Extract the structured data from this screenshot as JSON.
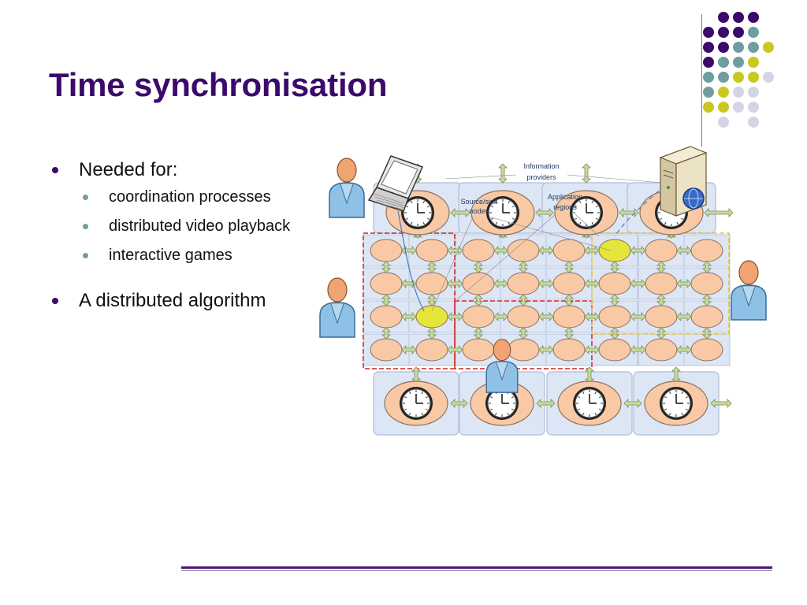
{
  "slide": {
    "title": "Time synchronisation"
  },
  "bullets": [
    {
      "text": "Needed for:",
      "sub": [
        "coordination processes",
        "distributed video playback",
        "interactive games"
      ]
    },
    {
      "text": "A distributed algorithm",
      "sub": []
    }
  ],
  "diagram": {
    "labels": {
      "information_providers": [
        "Information",
        "providers"
      ],
      "source_sink_nodes": [
        "Source/sink",
        "nodes"
      ],
      "application_regions": [
        "Application",
        "regions"
      ]
    }
  },
  "colors": {
    "title": "#3b0a6b",
    "node_fill": "#f8c9a4",
    "highlight_node": "#e6e63a",
    "cell_fill": "#dde6f4",
    "arrow_fill": "#c9dba0",
    "region_red": "#cc2222",
    "region_yellow": "#e8c020"
  }
}
